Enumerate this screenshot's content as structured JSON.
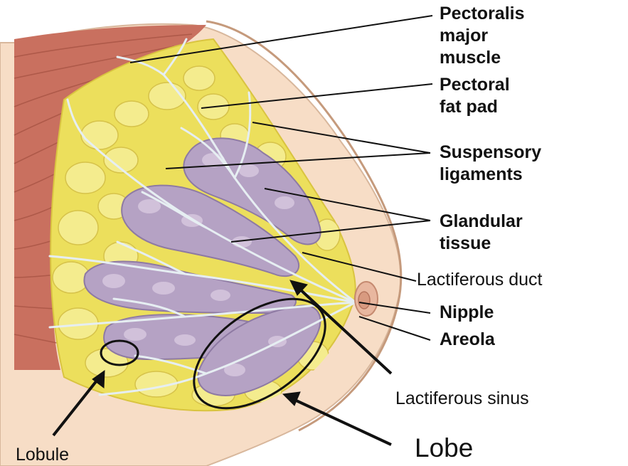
{
  "labels": {
    "pectoralis": [
      "Pectoralis",
      "major",
      "muscle"
    ],
    "fat_pad": [
      "Pectoral",
      "fat pad"
    ],
    "suspensory": [
      "Suspensory",
      "ligaments"
    ],
    "glandular": [
      "Glandular",
      "tissue"
    ],
    "lact_duct": "Lactiferous duct",
    "nipple": "Nipple",
    "areola": "Areola",
    "lact_sinus": "Lactiferous sinus",
    "lobule": "Lobule",
    "lobe": "Lobe"
  },
  "colors": {
    "muscle": "#c9705f",
    "muscle_stripe": "#a85444",
    "fat": "#ecdf5c",
    "fat_cell": "#f4ec8e",
    "gland": "#b5a2c4",
    "gland_light": "#d6c7de",
    "duct": "#e6eef2",
    "skin": "#f7ddc6",
    "nipple": "#d89a80",
    "line": "#111111"
  }
}
